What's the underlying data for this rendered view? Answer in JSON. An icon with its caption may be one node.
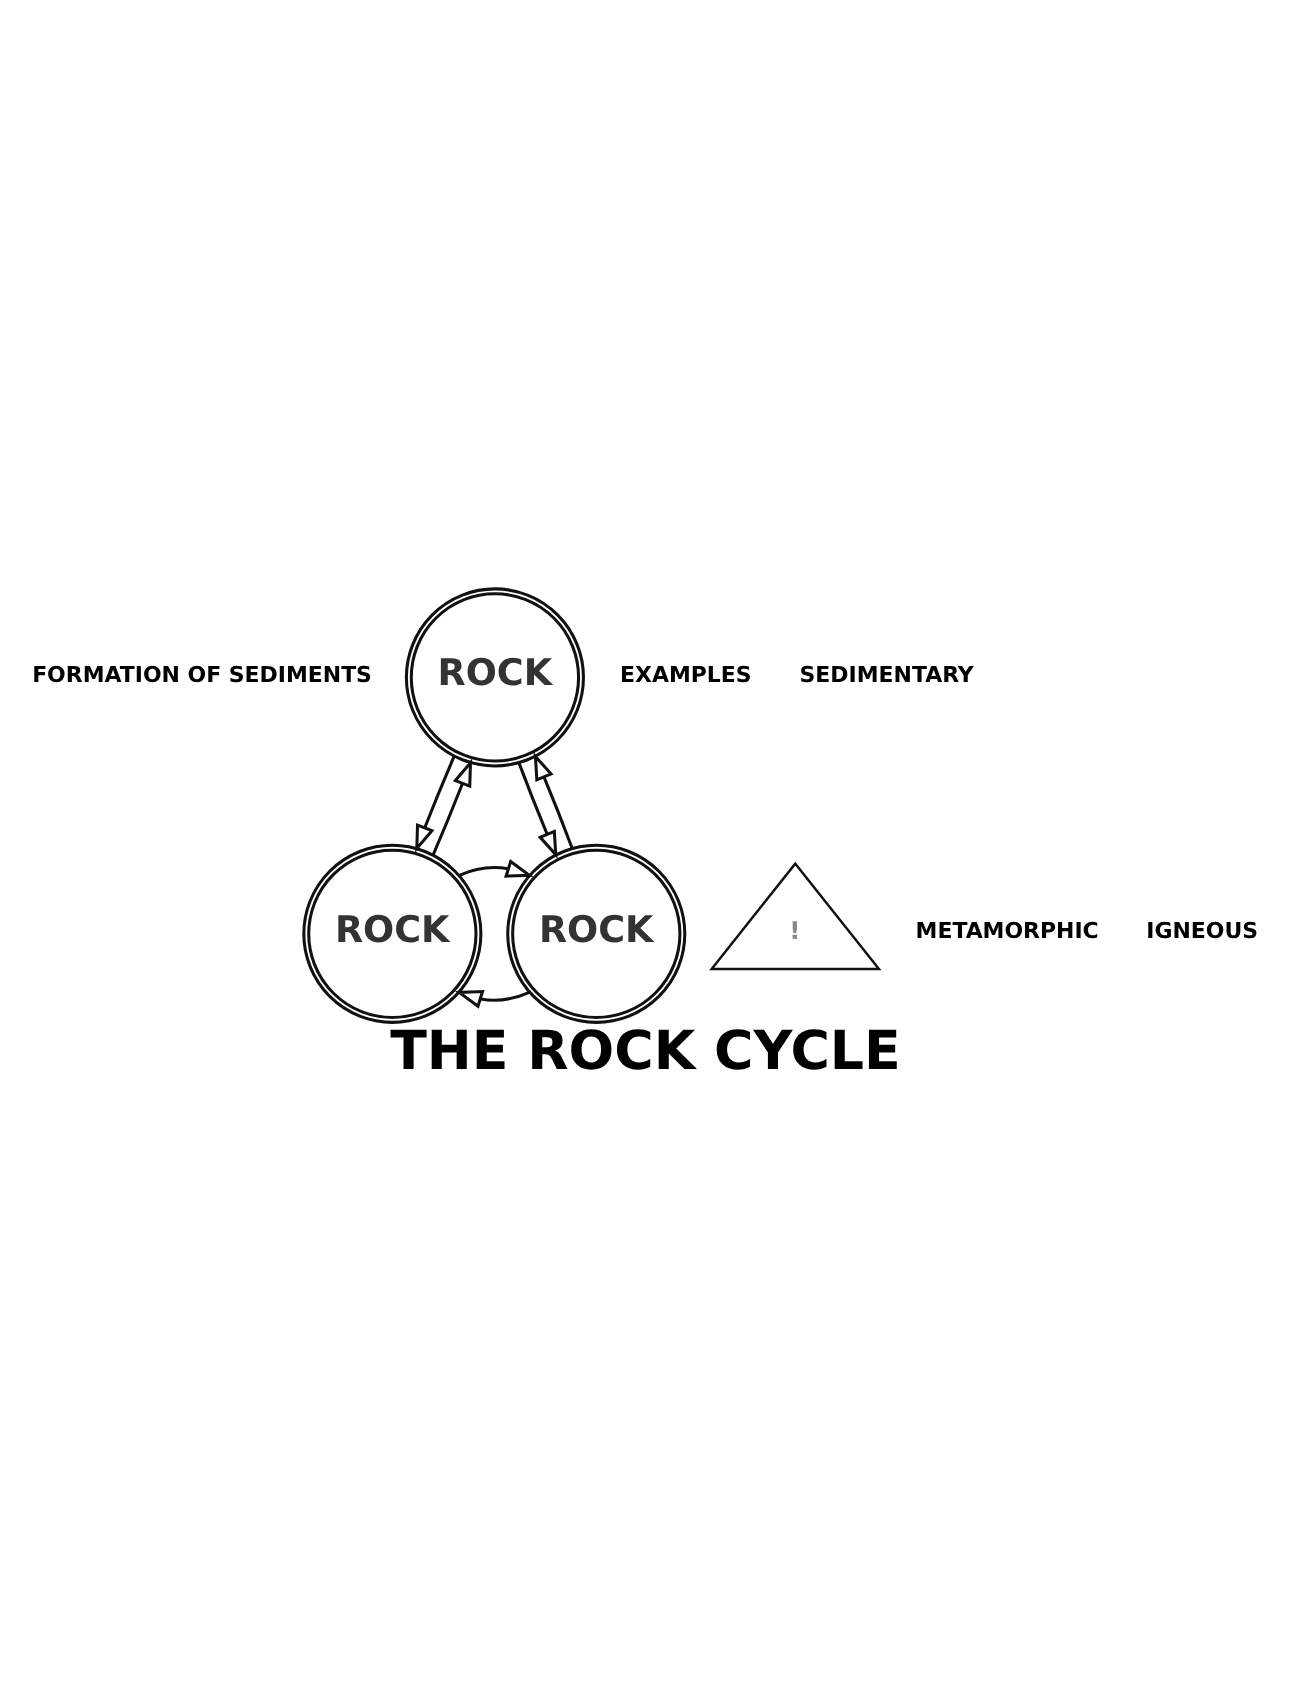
{
  "diagram": {
    "title": "THE ROCK CYCLE",
    "nodes": [
      {
        "text": [
          "ROCK"
        ]
      },
      {
        "text": [
          "!"
        ]
      },
      {
        "text": [
          "ROCK"
        ]
      },
      {
        "text": [
          "ROCK"
        ]
      }
    ],
    "edges": [
      {
        "from": 2,
        "to": 0,
        "arrow": "to"
      },
      {
        "from": 0,
        "to": 2,
        "arrow": "to"
      },
      {
        "from": 0,
        "to": 3,
        "arrow": "to"
      },
      {
        "from": 3,
        "to": 0,
        "arrow": "to"
      },
      {
        "from": 3,
        "to": 2,
        "arrow": "to"
      },
      {
        "from": 2,
        "to": 3,
        "arrow": "to"
      }
    ],
    "labels": [
      "FORMATION OF SEDIMENTS",
      "EXAMPLES",
      "SEDIMENTARY",
      "METAMORPHIC",
      "IGNEOUS"
    ]
  }
}
